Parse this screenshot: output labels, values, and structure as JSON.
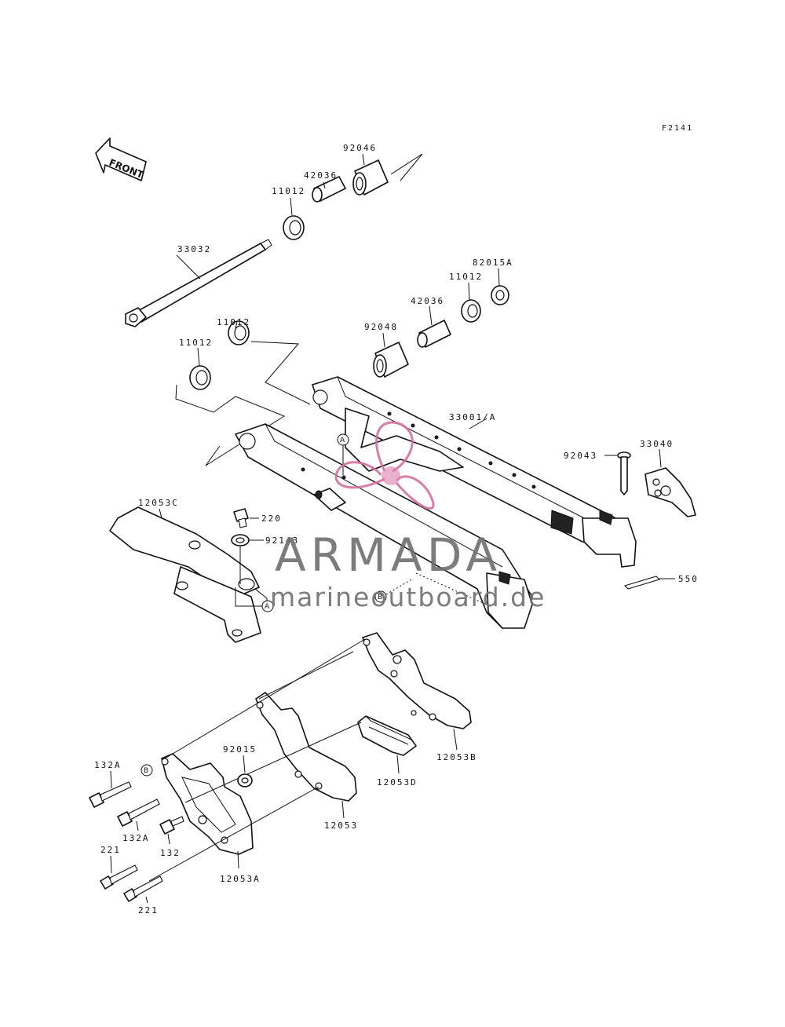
{
  "figure_code": "F2141",
  "front_label": "FRONT",
  "watermark": {
    "brand": "ARMADA",
    "tagline": "marineoutboard.de",
    "accent": "#d86fa0",
    "text_color": "#6e6e6e"
  },
  "parts": {
    "p92046_top": "92046",
    "p42036_top": "42036",
    "p11012_top": "11012",
    "p33032": "33032",
    "p82015A": "82015A",
    "p11012_right": "11012",
    "p42036_right": "42036",
    "p92048": "92048",
    "p11012_mid": "11012",
    "p11012_left": "11012",
    "p33001A": "33001/A",
    "p92043": "92043",
    "p33040": "33040",
    "p12053C": "12053C",
    "p220": "220",
    "p92143": "92143",
    "p550": "550",
    "p12053B": "12053B",
    "p12053D": "12053D",
    "p92015": "92015",
    "p132A_1": "132A",
    "p132A_2": "132A",
    "p132": "132",
    "p12053": "12053",
    "p221_1": "221",
    "p12053A": "12053A",
    "p221_2": "221"
  },
  "refs": {
    "a1": "A",
    "a2": "A",
    "b1": "B",
    "b2": "B"
  }
}
